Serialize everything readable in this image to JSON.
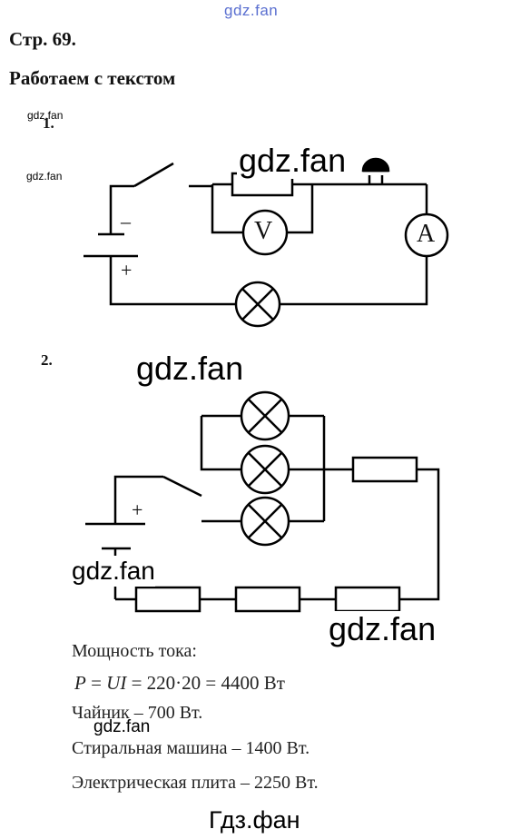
{
  "watermarks": {
    "top": "gdz.fan",
    "small1": "gdz.fan",
    "small2": "gdz.fan",
    "diagram1": "gdz.fan",
    "diagram2": "gdz.fan",
    "left2": "gdz.fan",
    "right2": "gdz.fan",
    "text": "gdz.fan",
    "footer": "Гдз.фан"
  },
  "page": "Стр. 69.",
  "section": "Работаем с текстом",
  "task1": {
    "number": "1.",
    "minus": "–",
    "plus": "+",
    "voltmeter": "V",
    "ammeter": "A"
  },
  "task2": {
    "number": "2.",
    "plus": "+"
  },
  "answer": {
    "title": "Мощность тока:",
    "formula_lhs": "P",
    "formula_mid": " = ",
    "formula_ui": "UI",
    "formula_rest": " = 220·20 = 4400 Вт",
    "line1": "Чайник – 700 Вт.",
    "line2": "Стиральная машина – 1400 Вт.",
    "line3": "Электрическая плита – 2250 Вт."
  }
}
